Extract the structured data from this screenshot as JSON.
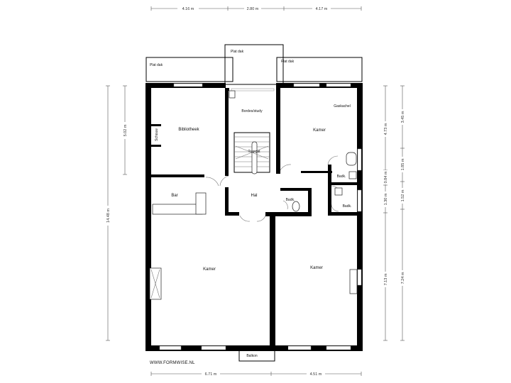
{
  "dimensions": {
    "top": [
      "4.16 m",
      "2.80 m",
      "4.17 m"
    ],
    "left_total": "14.48 m",
    "left_upper": "5.02 m",
    "right_inner": [
      "4.73 m",
      "0.84 m",
      "1.30 m",
      "7.13 m"
    ],
    "right_outer": [
      "3.45 m",
      "1.85 m",
      "1.52 m",
      "7.24 m"
    ],
    "bottom": [
      "6.71 m",
      "4.51 m"
    ]
  },
  "rooms": {
    "plat_dak_left": "Plat dak",
    "plat_dak_center": "Plat dak",
    "plat_dak_right": "Plat dak",
    "bibliotheek": "Bibliotheek",
    "schouw": "Schouw",
    "bordes": "Bordes/study",
    "trapgat": "Trapgat",
    "gaskachel": "Gaskachel",
    "kamer_top_right": "Kamer",
    "badk_1": "Badk.",
    "badk_2": "Badk.",
    "badk_3": "Badk.",
    "bar": "Bar",
    "hal": "Hal",
    "kamer_left": "Kamer",
    "kamer_right": "Kamer",
    "balkon": "Balkon"
  },
  "credit": "WWW.FORMWISE.NL"
}
